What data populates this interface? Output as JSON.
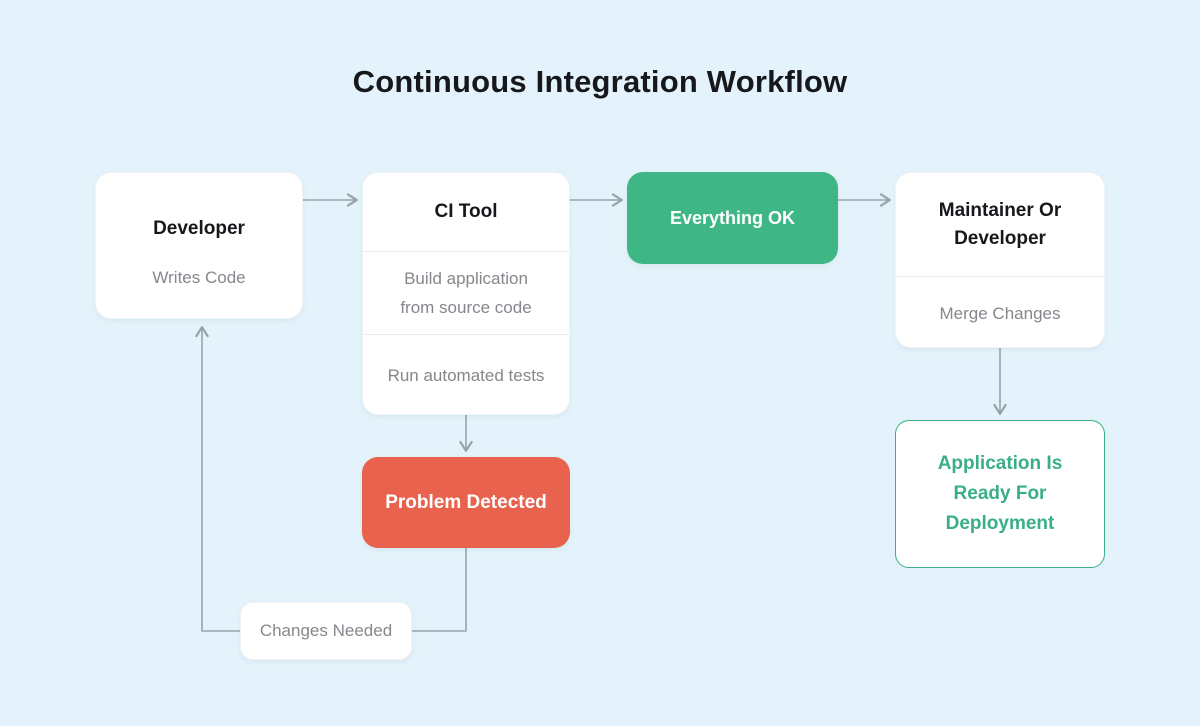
{
  "title": "Continuous Integration Workflow",
  "colors": {
    "background": "#e4f3fb",
    "node_bg": "#ffffff",
    "text_dark": "#17181c",
    "text_gray": "#85878d",
    "divider": "#ececec",
    "success_green": "#3fb685",
    "error_red": "#e8624e",
    "ready_green": "#3aaf85",
    "line_gray": "#97a3ac"
  },
  "nodes": {
    "developer": {
      "title": "Developer",
      "subtitle": "Writes Code"
    },
    "ci_tool": {
      "title": "CI Tool",
      "sections": [
        "Build application from source code",
        "Run automated tests"
      ]
    },
    "everything_ok": {
      "label": "Everything OK"
    },
    "maintainer": {
      "title": "Maintainer Or Developer",
      "subtitle": "Merge Changes"
    },
    "problem_detected": {
      "label": "Problem Detected"
    },
    "application_ready": {
      "label": "Application Is Ready For Deployment"
    },
    "changes_needed": {
      "label": "Changes Needed"
    }
  },
  "edges": [
    {
      "from": "developer",
      "to": "ci_tool",
      "arrow": true
    },
    {
      "from": "ci_tool",
      "to": "everything_ok",
      "arrow": true
    },
    {
      "from": "everything_ok",
      "to": "maintainer",
      "arrow": true
    },
    {
      "from": "ci_tool",
      "to": "problem_detected",
      "arrow": true
    },
    {
      "from": "problem_detected",
      "to": "changes_needed",
      "arrow": false
    },
    {
      "from": "changes_needed",
      "to": "developer",
      "arrow": true
    },
    {
      "from": "maintainer",
      "to": "application_ready",
      "arrow": true
    }
  ]
}
